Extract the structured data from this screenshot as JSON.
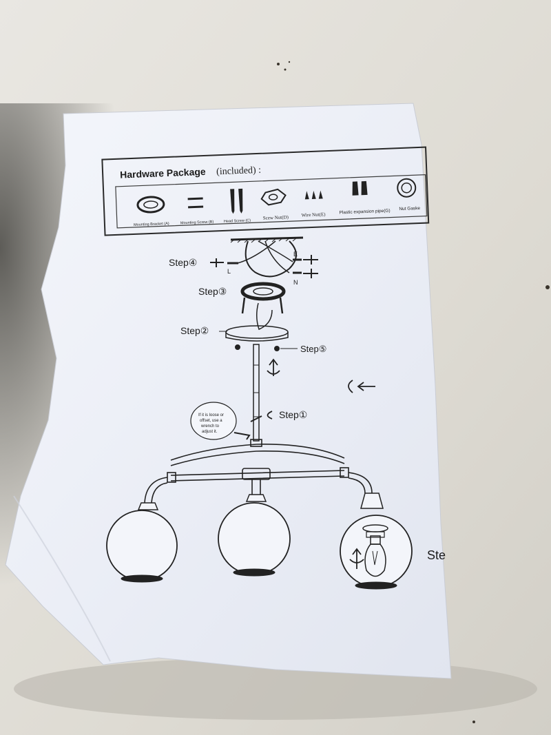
{
  "hardware": {
    "title": "Hardware Package",
    "included": "(included) :",
    "parts": [
      "Mounting Bracket (A)",
      "Mounting Screw (B)",
      "Head Screw (C)",
      "Scew Nut(D)",
      "Wire Nut(E)",
      "Plastic expansion pipe(G)",
      "Nut Gaske"
    ]
  },
  "steps": {
    "step1": "Step①",
    "step2": "Step②",
    "step3": "Step③",
    "step4": "Step④",
    "step5": "Step⑤",
    "partial": "Ste"
  },
  "wires": {
    "e": "E",
    "l": "L",
    "n": "N"
  },
  "note": [
    "If it is loose or",
    "offset, use a",
    "wrench to",
    "adjust it."
  ]
}
